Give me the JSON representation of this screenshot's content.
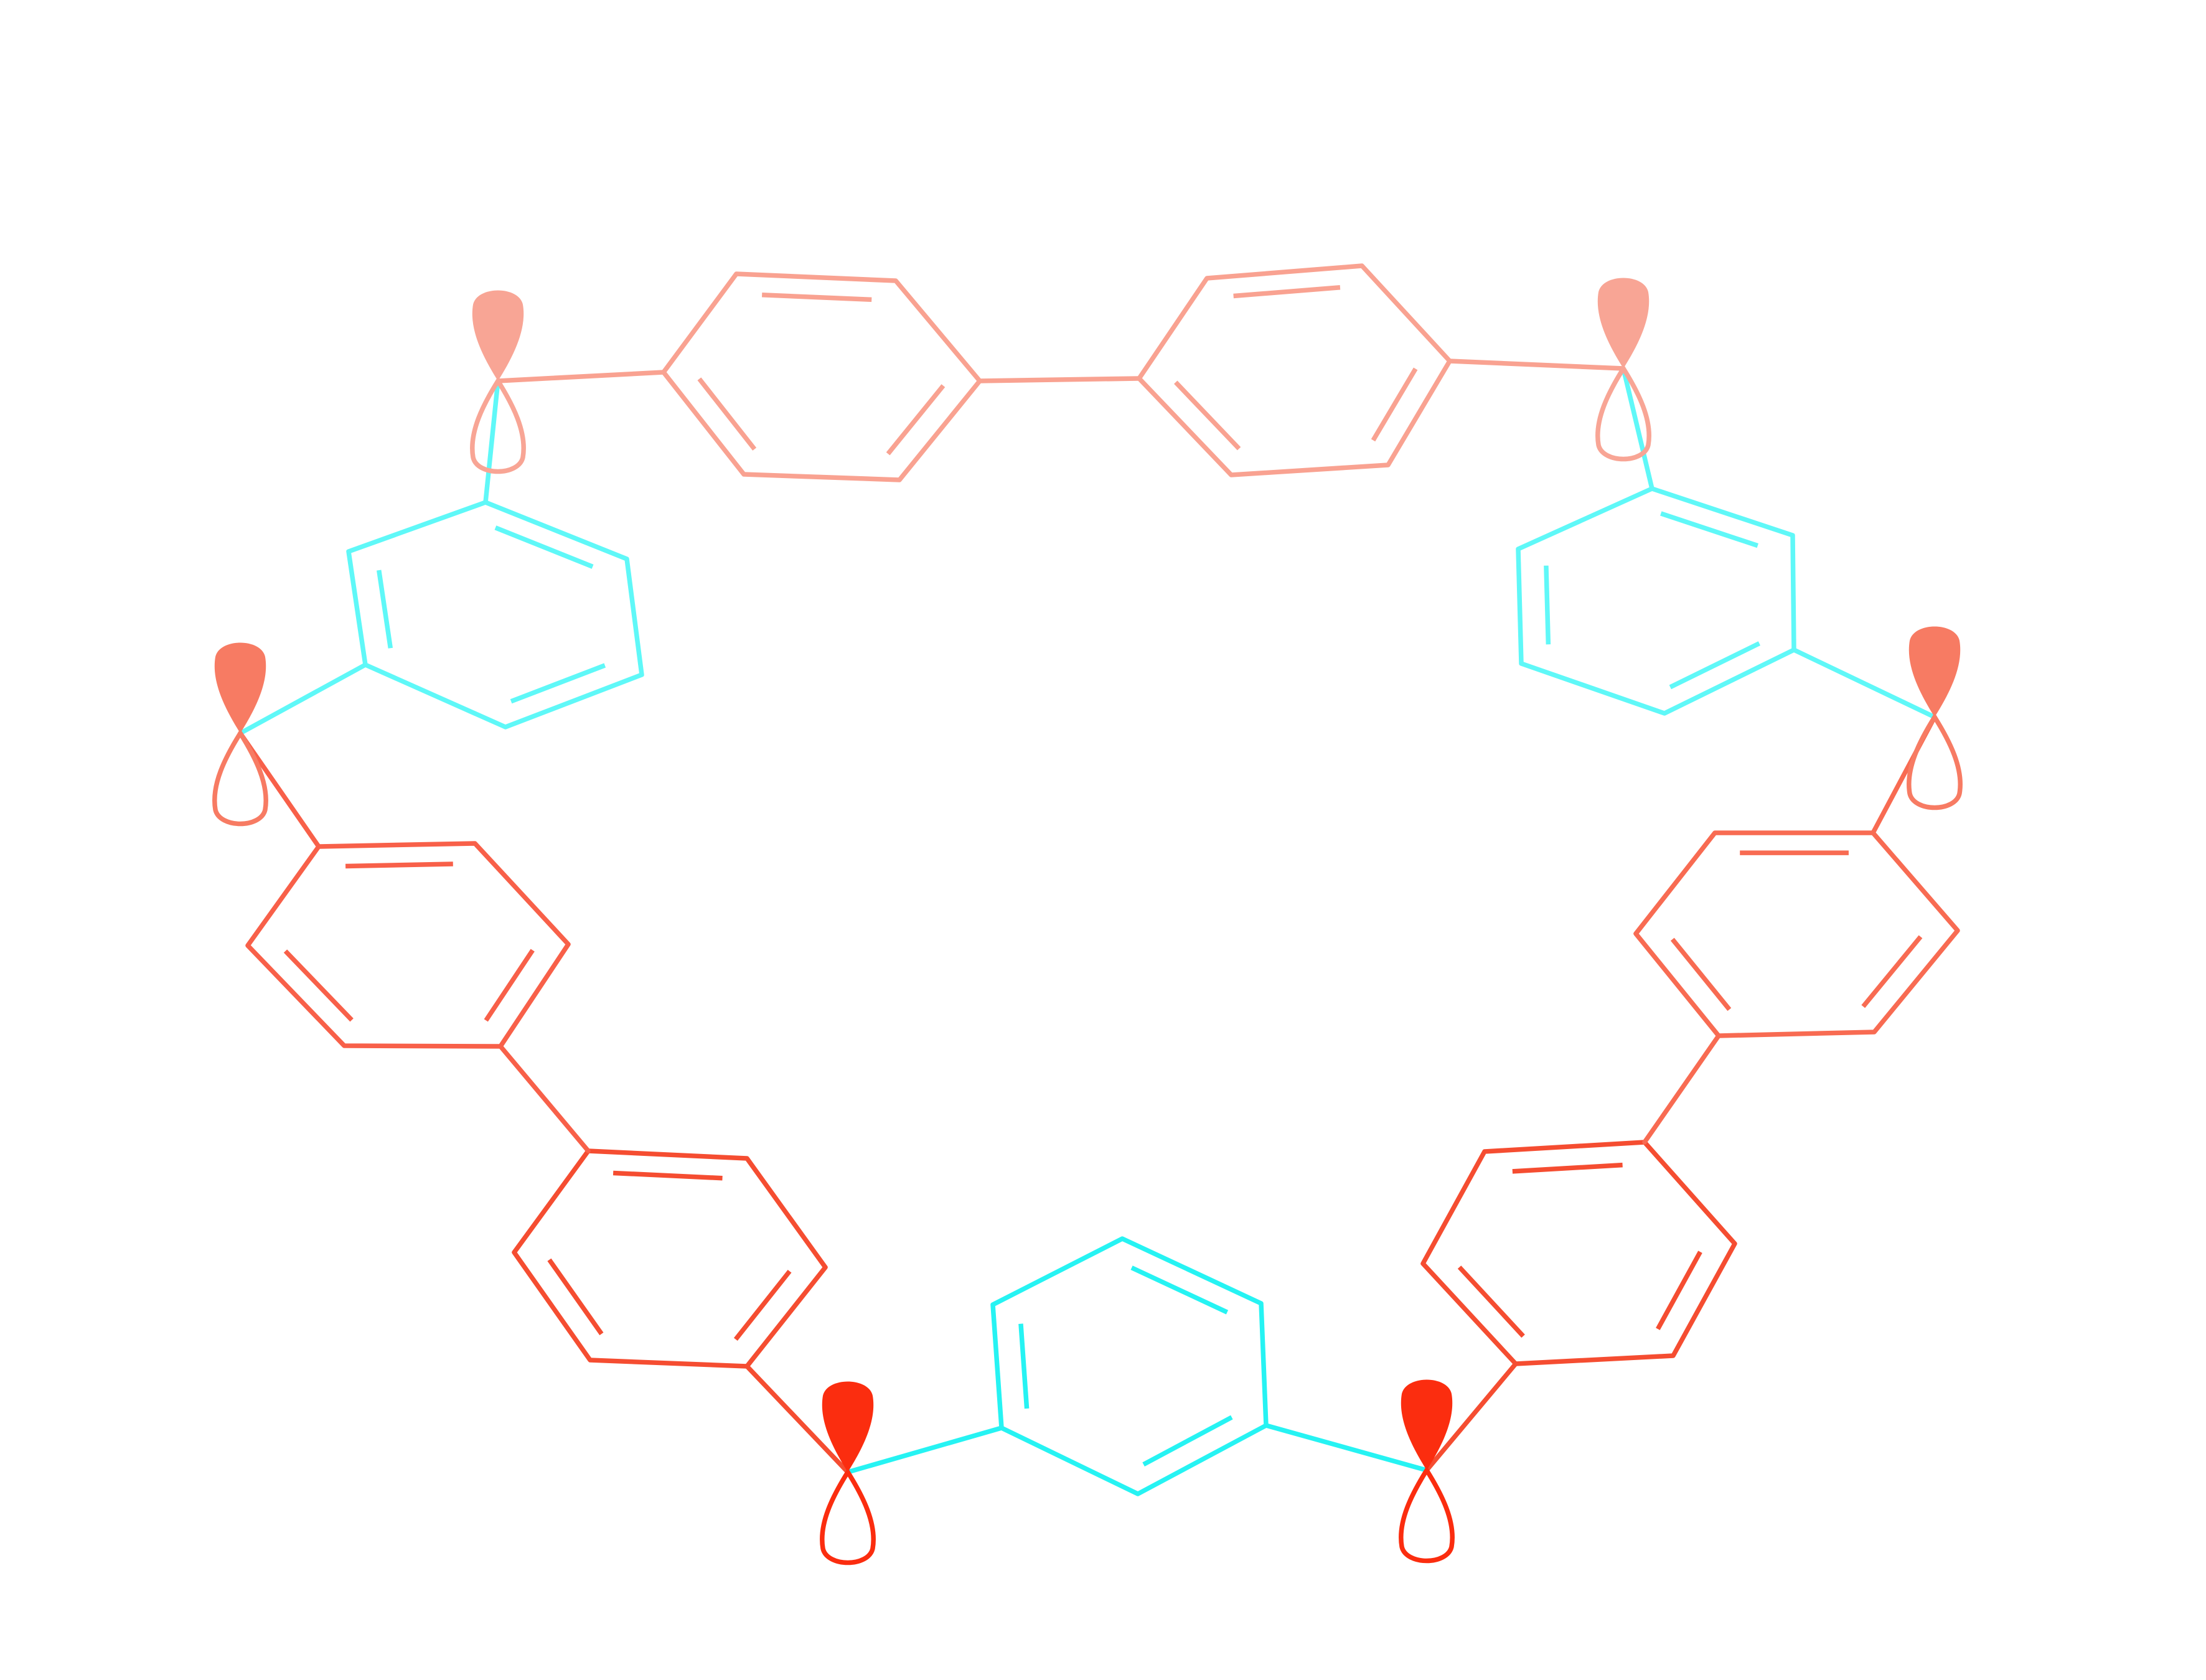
{
  "diagram": {
    "type": "macrocycle-structure",
    "colors": {
      "meta_linker": "#5ff8f8",
      "meta_linker_bottom": "#26f3f3",
      "biphenyl_top": "#f9a291",
      "biphenyl_left": "#f86049",
      "biphenyl_right": "#f86b52",
      "biphenyl_bottom_left": "#f54d31",
      "orbital_top": "#f8a595",
      "orbital_side": "#f77b63",
      "orbital_bottom": "#fb2d0f"
    },
    "units": [
      {
        "name": "biphenyl-top",
        "color": "biphenyl_top"
      },
      {
        "name": "meta-phenylene-top-left",
        "color": "meta_linker"
      },
      {
        "name": "meta-phenylene-top-right",
        "color": "meta_linker"
      },
      {
        "name": "biphenyl-left",
        "color": "biphenyl_left"
      },
      {
        "name": "biphenyl-right",
        "color": "biphenyl_right"
      },
      {
        "name": "meta-phenylene-bottom",
        "color": "meta_linker_bottom"
      }
    ],
    "radical_centers": [
      {
        "name": "radical-top-left",
        "color": "orbital_top"
      },
      {
        "name": "radical-top-right",
        "color": "orbital_top"
      },
      {
        "name": "radical-mid-left",
        "color": "orbital_side"
      },
      {
        "name": "radical-mid-right",
        "color": "orbital_side"
      },
      {
        "name": "radical-bottom-left",
        "color": "orbital_bottom"
      },
      {
        "name": "radical-bottom-right",
        "color": "orbital_bottom"
      }
    ]
  }
}
